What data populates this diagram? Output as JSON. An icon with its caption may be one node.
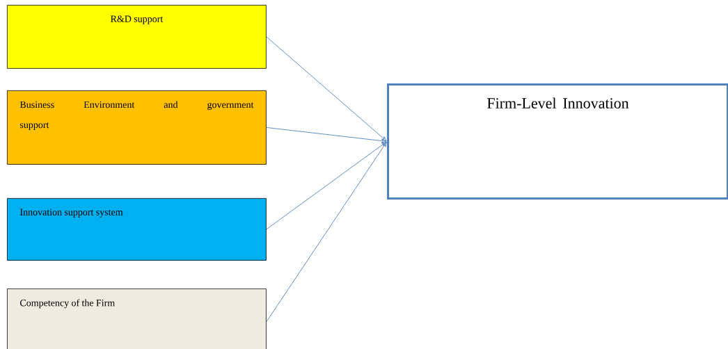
{
  "diagram": {
    "nodes": [
      {
        "text": [
          "R&D support"
        ]
      },
      {
        "text": [
          "Business Environment and government support"
        ]
      },
      {
        "text": [
          "Innovation support system"
        ]
      },
      {
        "text": [
          "Competency of the Firm"
        ]
      },
      {
        "text": [
          "Firm-Level Innovation"
        ]
      }
    ],
    "edges": [
      {
        "from": 0,
        "to": 4,
        "arrow": "to"
      },
      {
        "from": 1,
        "to": 4,
        "arrow": "to"
      },
      {
        "from": 2,
        "to": 4,
        "arrow": "to"
      },
      {
        "from": 3,
        "to": 4,
        "arrow": "to"
      }
    ]
  }
}
